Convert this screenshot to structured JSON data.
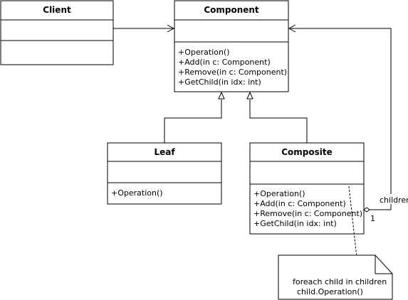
{
  "classes": {
    "client": {
      "name": "Client"
    },
    "component": {
      "name": "Component",
      "operations": [
        "+Operation()",
        "+Add(in c: Component)",
        "+Remove(in c: Component)",
        "+GetChild(in idx: int)"
      ]
    },
    "leaf": {
      "name": "Leaf",
      "operations": [
        "+Operation()"
      ]
    },
    "composite": {
      "name": "Composite",
      "operations": [
        "+Operation()",
        "+Add(in c: Component)",
        "+Remove(in c: Component)",
        "+GetChild(in idx: int)"
      ]
    }
  },
  "association": {
    "role": "children",
    "multiplicity": "1"
  },
  "note": {
    "lines": [
      "foreach child in children",
      "child.Operation()"
    ]
  }
}
